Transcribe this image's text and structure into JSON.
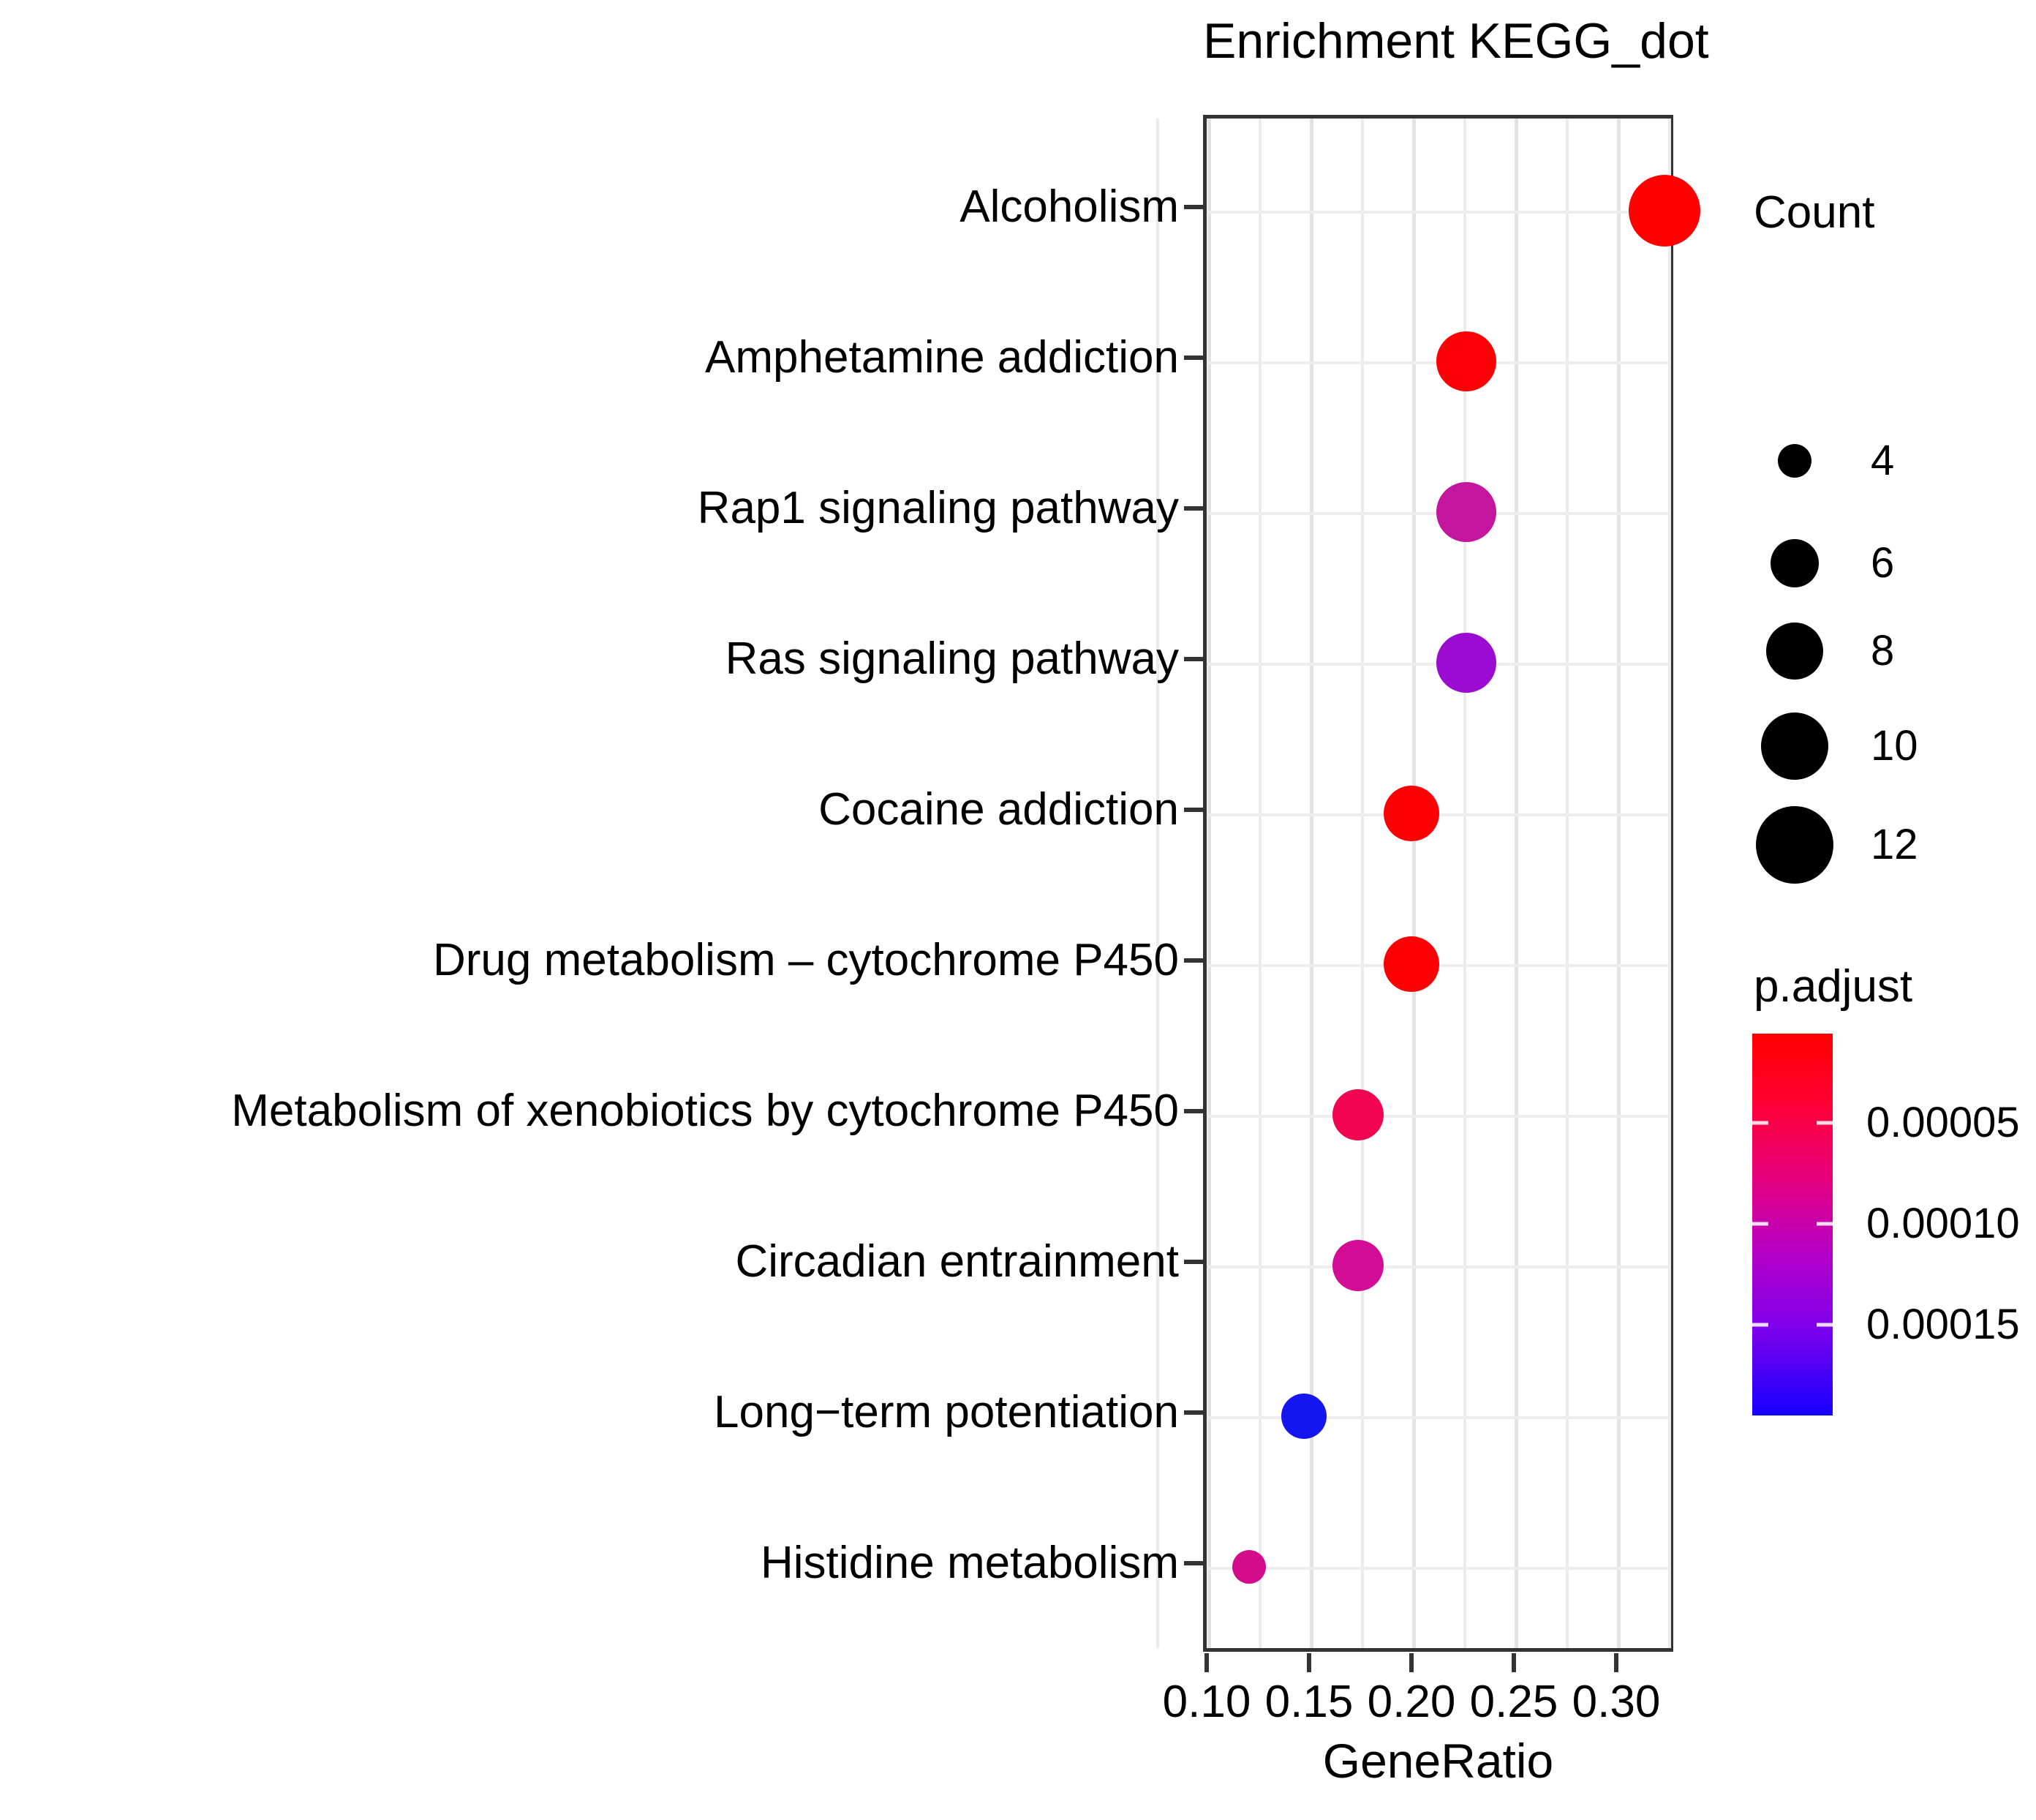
{
  "chart_data": {
    "type": "scatter",
    "title": "Enrichment KEGG_dot",
    "xlabel": "GeneRatio",
    "ylabel": "",
    "xlim": [
      0.085,
      0.315
    ],
    "xticks": [
      0.1,
      0.15,
      0.2,
      0.25,
      0.3
    ],
    "xticklabels": [
      "0.10",
      "0.15",
      "0.20",
      "0.25",
      "0.30"
    ],
    "grid": true,
    "categories": [
      "Alcoholism",
      "Amphetamine addiction",
      "Rap1 signaling pathway",
      "Ras signaling pathway",
      "Cocaine addiction",
      "Drug metabolism – cytochrome P450",
      "Metabolism of xenobiotics by cytochrome P450",
      "Circadian entrainment",
      "Long−term potentiation",
      "Histidine metabolism"
    ],
    "points": [
      {
        "category": "Alcoholism",
        "gene_ratio": 0.312,
        "count": 13,
        "p_adjust": 5e-06,
        "color": "#ff0000"
      },
      {
        "category": "Amphetamine addiction",
        "gene_ratio": 0.215,
        "count": 9,
        "p_adjust": 9e-06,
        "color": "#fc0006"
      },
      {
        "category": "Rap1 signaling pathway",
        "gene_ratio": 0.215,
        "count": 9,
        "p_adjust": 9.5e-05,
        "color": "#c4159f"
      },
      {
        "category": "Ras signaling pathway",
        "gene_ratio": 0.215,
        "count": 9,
        "p_adjust": 0.000145,
        "color": "#9b0bd1"
      },
      {
        "category": "Cocaine addiction",
        "gene_ratio": 0.188,
        "count": 8,
        "p_adjust": 7e-06,
        "color": "#fd0004"
      },
      {
        "category": "Drug metabolism – cytochrome P450",
        "gene_ratio": 0.188,
        "count": 8,
        "p_adjust": 7e-06,
        "color": "#fd0004"
      },
      {
        "category": "Metabolism of xenobiotics by cytochrome P450",
        "gene_ratio": 0.162,
        "count": 7,
        "p_adjust": 3e-05,
        "color": "#f20550"
      },
      {
        "category": "Circadian entrainment",
        "gene_ratio": 0.162,
        "count": 7,
        "p_adjust": 9e-05,
        "color": "#d20c95"
      },
      {
        "category": "Long−term potentiation",
        "gene_ratio": 0.135,
        "count": 6,
        "p_adjust": 0.00018,
        "color": "#1515f0"
      },
      {
        "category": "Histidine metabolism",
        "gene_ratio": 0.108,
        "count": 4,
        "p_adjust": 9.5e-05,
        "color": "#d40b8b"
      }
    ],
    "size_legend": {
      "title": "Count",
      "values": [
        "4",
        "6",
        "8",
        "10",
        "12"
      ]
    },
    "color_legend": {
      "title": "p.adjust",
      "ticks": [
        "0.00005",
        "0.00010",
        "0.00015"
      ],
      "high_color": "#ff0000",
      "low_color": "#1500ff"
    }
  }
}
